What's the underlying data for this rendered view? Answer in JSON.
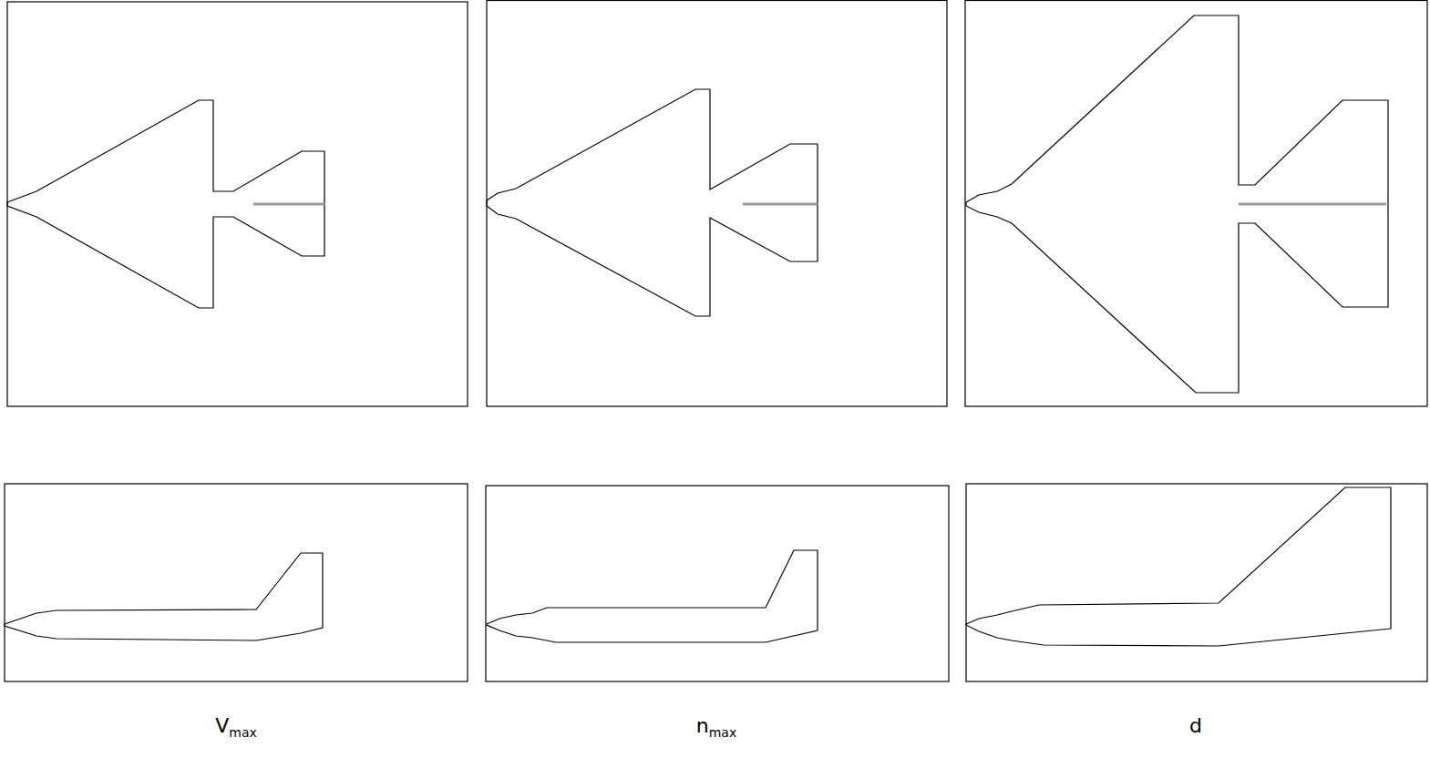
{
  "diagram": {
    "labels": [
      "V",
      "max",
      "n",
      "max",
      "d"
    ]
  }
}
